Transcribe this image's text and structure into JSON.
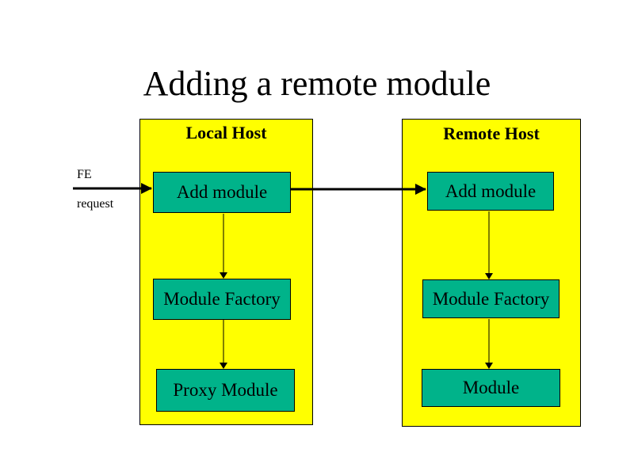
{
  "slide": {
    "title": "Adding a remote module"
  },
  "local_host": {
    "label": "Local Host",
    "boxes": [
      "Add module",
      "Module Factory",
      "Proxy Module"
    ]
  },
  "remote_host": {
    "label": "Remote Host",
    "boxes": [
      "Add module",
      "Module Factory",
      "Module"
    ]
  },
  "fe_request": {
    "line1": "FE",
    "line2": "request"
  },
  "colors": {
    "panel": "#ffff00",
    "box": "#00b38a",
    "line": "#000000"
  }
}
